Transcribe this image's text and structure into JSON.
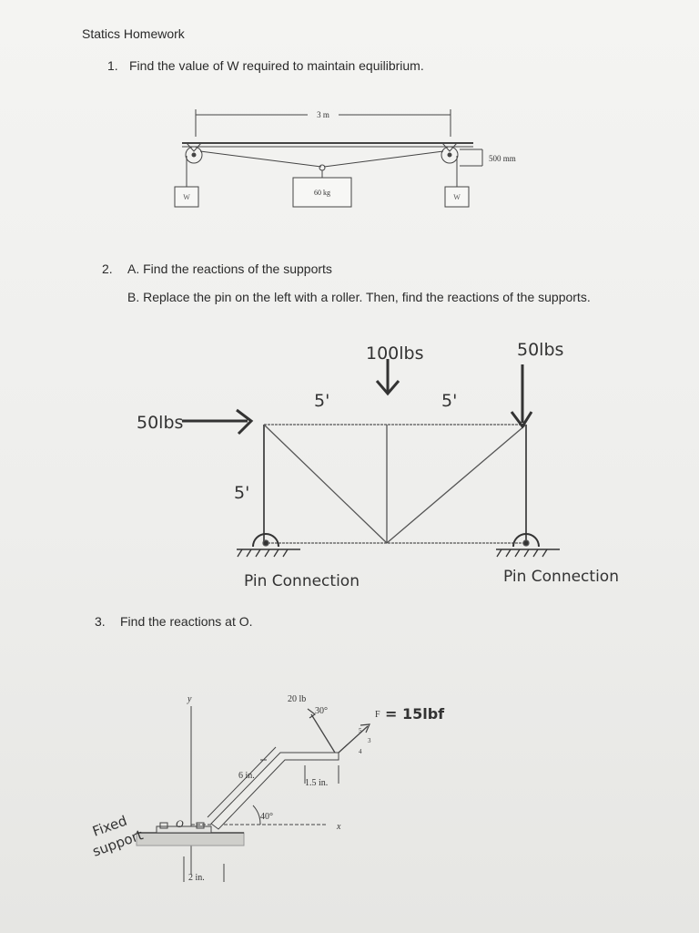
{
  "header": "Statics Homework",
  "q1": {
    "number": "1.",
    "text": "Find the value of W required to maintain equilibrium.",
    "labels": {
      "span": "3 m",
      "height": "500 mm",
      "mass": "60 kg",
      "w_left": "W",
      "w_right": "W"
    }
  },
  "q2": {
    "number": "2.",
    "text_a": "A. Find the reactions of the supports",
    "text_b": "B. Replace the pin on the left with a roller. Then, find the reactions of the supports.",
    "labels": {
      "load_center": "100lbs",
      "load_right": "50lbs",
      "load_left": "50lbs",
      "dim_left": "5'",
      "dim_right": "5'",
      "dim_height": "5'",
      "support_left": "Pin Connection",
      "support_right": "Pin Connection"
    }
  },
  "q3": {
    "number": "3.",
    "text": "Find the reactions at O.",
    "labels": {
      "axis_y": "y",
      "axis_x": "x",
      "force_20": "20 lb",
      "angle_30": "30°",
      "force_F": "F",
      "force_F_value": "= 15lbf",
      "ratio_3": "3",
      "ratio_4": "4",
      "ratio_5": "5",
      "dim_6in": "6 in.",
      "dim_1_5in": "1.5 in.",
      "angle_40": "40°",
      "dim_2in": "2 in.",
      "point_O": "O",
      "support_line1": "Fixed",
      "support_line2": "support"
    }
  }
}
